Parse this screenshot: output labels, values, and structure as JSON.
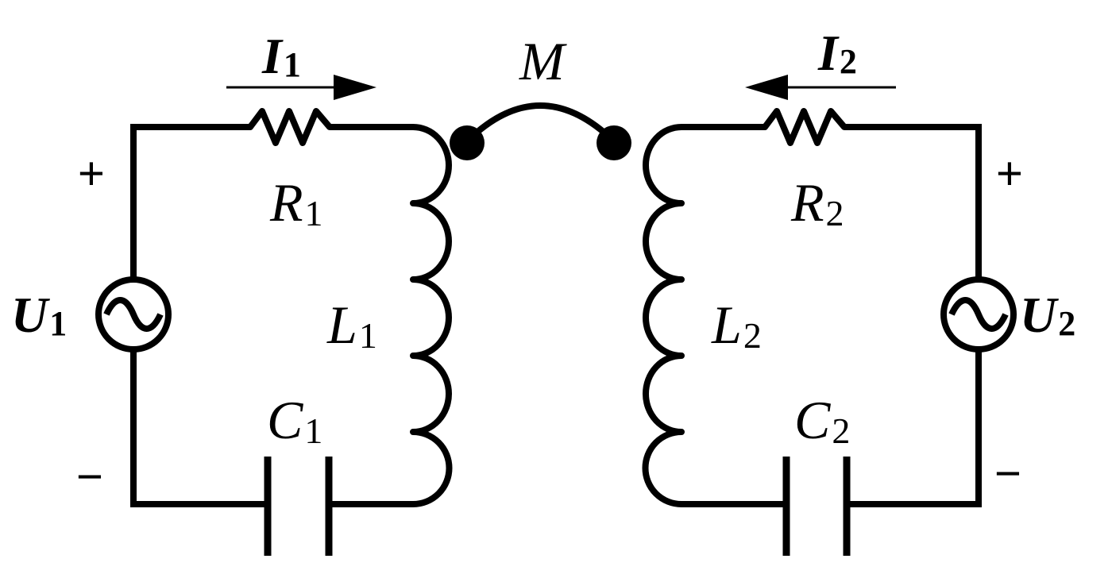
{
  "labels": {
    "I1": {
      "main": "I",
      "sub": "1"
    },
    "I2": {
      "main": "I",
      "sub": "2"
    },
    "M": "M",
    "R1": {
      "main": "R",
      "sub": "1"
    },
    "R2": {
      "main": "R",
      "sub": "2"
    },
    "L1": {
      "main": "L",
      "sub": "1"
    },
    "L2": {
      "main": "L",
      "sub": "2"
    },
    "C1": {
      "main": "C",
      "sub": "1"
    },
    "C2": {
      "main": "C",
      "sub": "2"
    },
    "U1": {
      "main": "U",
      "sub": "1"
    },
    "U2": {
      "main": "U",
      "sub": "2"
    },
    "plus": "+",
    "minus": "−"
  }
}
